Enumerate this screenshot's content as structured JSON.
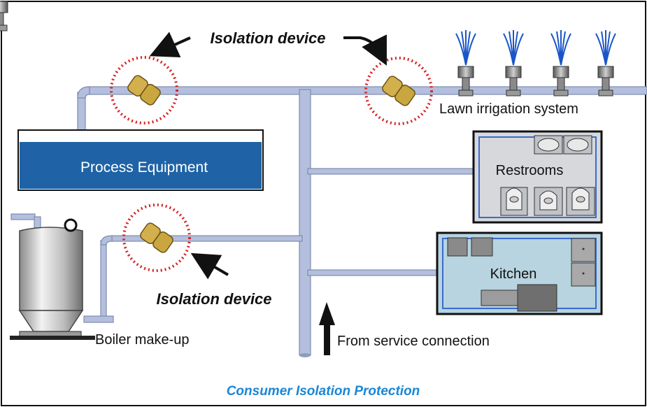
{
  "labels": {
    "isolation_top": "Isolation device",
    "isolation_bottom": "Isolation device",
    "lawn": "Lawn irrigation system",
    "process": "Process Equipment",
    "restrooms": "Restrooms",
    "kitchen": "Kitchen",
    "boiler": "Boiler make-up",
    "service": "From service connection",
    "caption": "Consumer Isolation Protection"
  },
  "colors": {
    "pipe": "#b3bfdd",
    "pipe_edge": "#7e8cb0",
    "tank_blue": "#1f63a6",
    "room_bg": "#d6d8dc",
    "kitchen_bg": "#b7d4e0",
    "valve": "#d3b04d",
    "dotted_ring": "#d62020",
    "caption": "#1a86d6"
  },
  "icons": [
    "sprinkler-icon",
    "valve-icon",
    "toilet-icon",
    "sink-icon",
    "stove-icon",
    "boiler-tank-icon",
    "pressure-gauge-icon",
    "arrow-icon"
  ]
}
